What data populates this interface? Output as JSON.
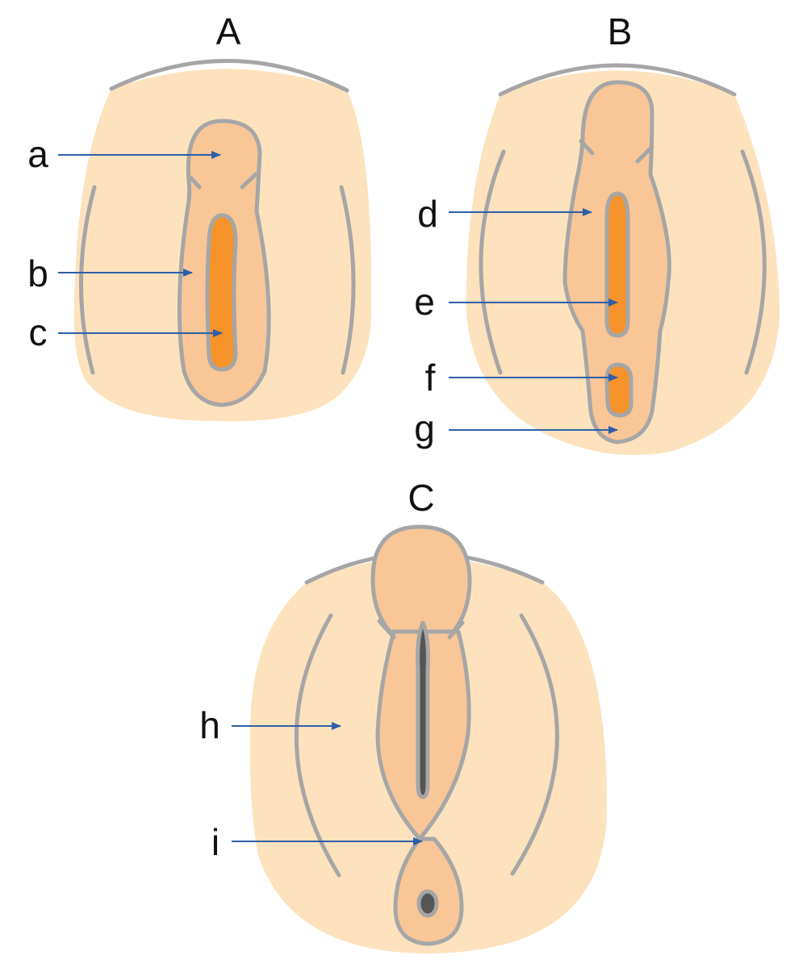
{
  "panels": [
    {
      "id": "A",
      "title": "A"
    },
    {
      "id": "B",
      "title": "B"
    },
    {
      "id": "C",
      "title": "C"
    }
  ],
  "labels": {
    "a": "a",
    "b": "b",
    "c": "c",
    "d": "d",
    "e": "e",
    "f": "f",
    "g": "g",
    "h": "h",
    "i": "i"
  },
  "colors": {
    "skin": "#fde2bd",
    "fold": "#f9c697",
    "groove": "#f5922a",
    "outline": "#a6a6a6",
    "slit": "#555555",
    "arrow": "#2e5fa8",
    "text": "#111111"
  }
}
